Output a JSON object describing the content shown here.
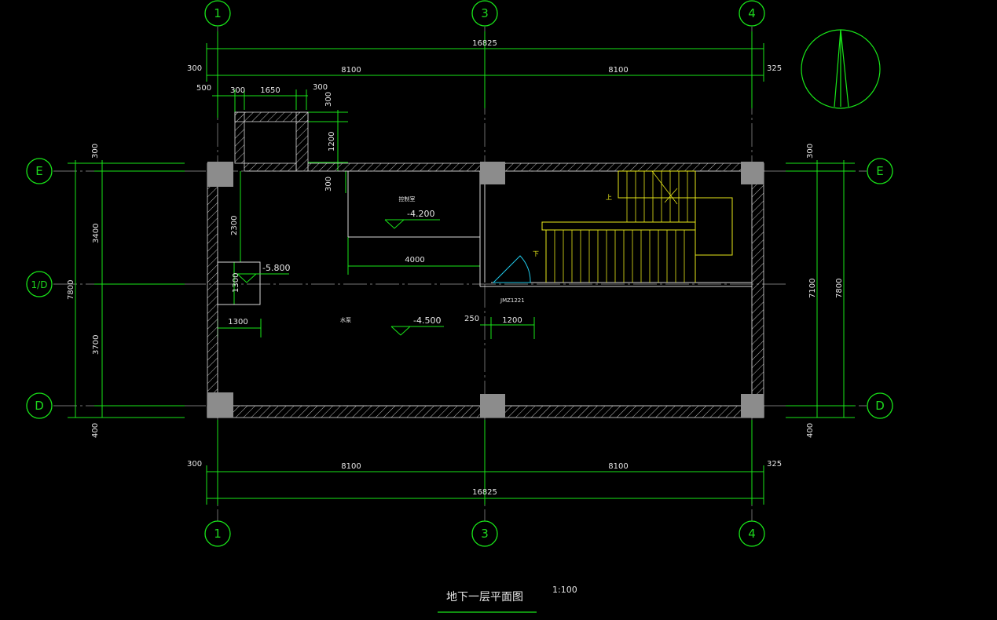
{
  "colors": {
    "background": "#000000",
    "dimension_line": "#19e619",
    "wall": "#d9d9d9",
    "column": "#8c8c8c",
    "stair": "#e8e81a",
    "door_swing": "#20c8e8",
    "text": "#e6e6e6"
  },
  "axes": {
    "top": [
      "1",
      "3",
      "4"
    ],
    "bottom": [
      "1",
      "3",
      "4"
    ],
    "left": [
      "E",
      "1/D",
      "D"
    ],
    "right": [
      "E",
      "D"
    ]
  },
  "dimensions": {
    "top_total": "16825",
    "top_left_offset": "300",
    "top_span_1": "8100",
    "top_span_2": "8100",
    "top_right_offset": "325",
    "shaft_500": "500",
    "shaft_300a": "300",
    "shaft_1650": "1650",
    "shaft_300b": "300",
    "shaft_v300": "300",
    "shaft_v1200": "1200",
    "inner_300": "300",
    "inner_2300": "2300",
    "pit_1300_v": "1300",
    "pit_1300_h": "1300",
    "room_4000": "4000",
    "door_250": "250",
    "door_1200": "1200",
    "left_300": "300",
    "left_3400": "3400",
    "left_7800": "7800",
    "left_3700": "3700",
    "left_400": "400",
    "right_300": "300",
    "right_7100": "7100",
    "right_7800": "7800",
    "right_400": "400",
    "bottom_left_offset": "300",
    "bottom_span_1": "8100",
    "bottom_span_2": "8100",
    "bottom_right_offset": "325",
    "bottom_total": "16825"
  },
  "levels": {
    "control_room": "-4.200",
    "pit": "-5.800",
    "main_floor": "-4.500"
  },
  "rooms": {
    "control_room": "控制室",
    "main_room": "水泵"
  },
  "stair": {
    "up_label": "上",
    "down_label": "下"
  },
  "door_tag": "JMZ1221",
  "drawing": {
    "title": "地下一层平面图",
    "scale": "1:100"
  }
}
